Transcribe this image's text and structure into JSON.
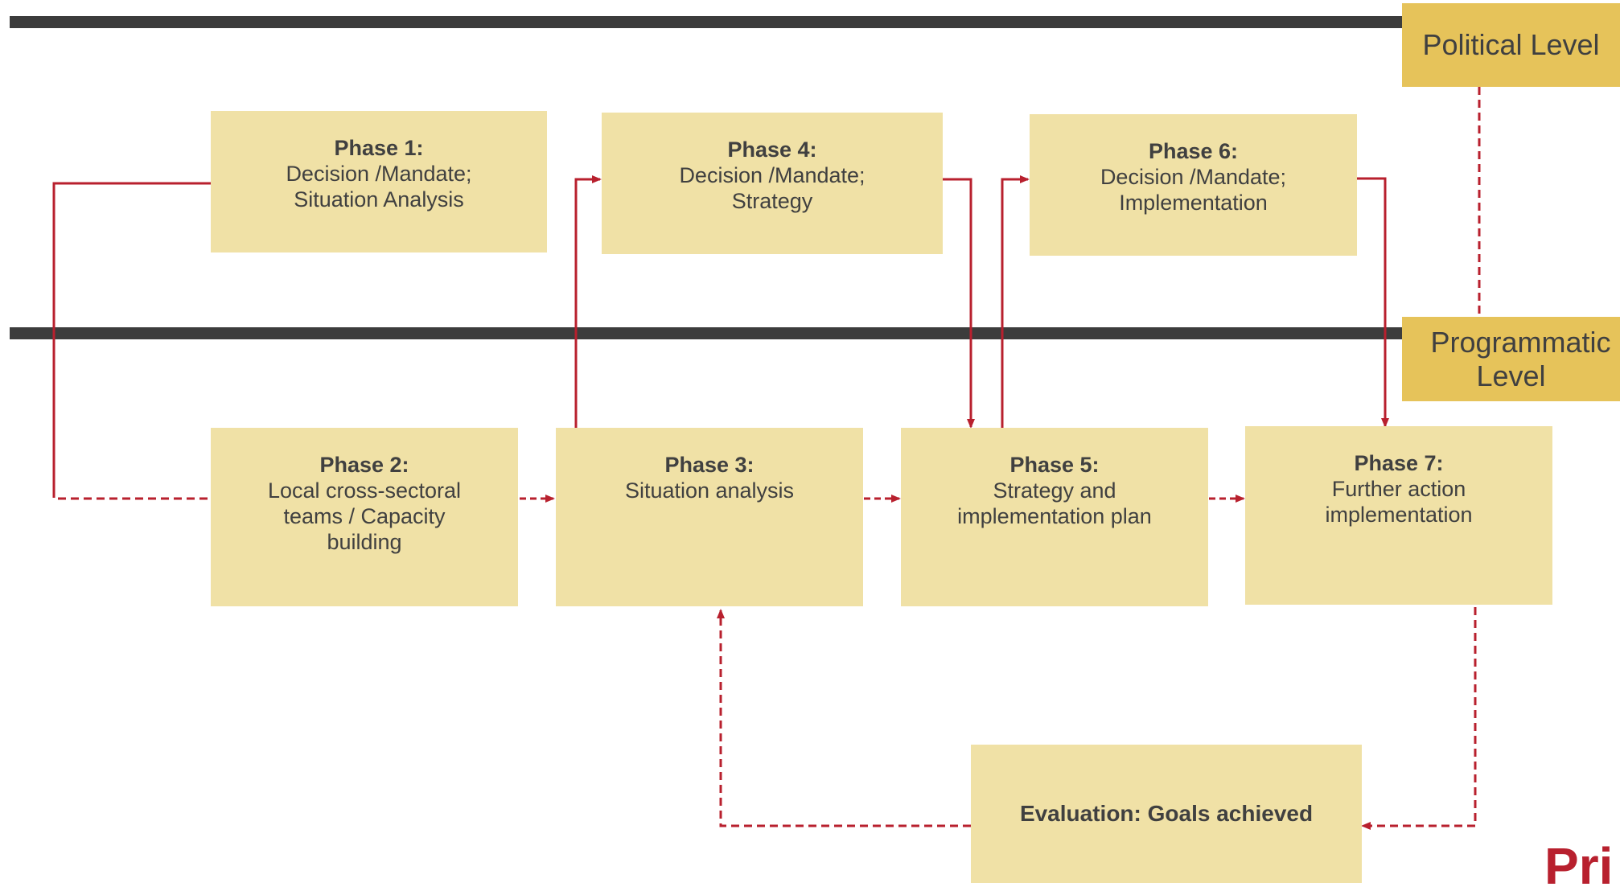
{
  "levels": {
    "political": "Political Level",
    "programmatic": "Programmatic Level"
  },
  "phases": {
    "p1": {
      "title": "Phase 1:",
      "body": "Decision /Mandate;\nSituation Analysis"
    },
    "p2": {
      "title": "Phase 2:",
      "body": "Local cross-sectoral\nteams /  Capacity\nbuilding"
    },
    "p3": {
      "title": "Phase 3:",
      "body": "Situation analysis"
    },
    "p4": {
      "title": "Phase 4:",
      "body": "Decision /Mandate;\nStrategy"
    },
    "p5": {
      "title": "Phase 5:",
      "body": "Strategy and\nimplementation plan"
    },
    "p6": {
      "title": "Phase 6:",
      "body": "Decision /Mandate;\nImplementation"
    },
    "p7": {
      "title": "Phase 7:",
      "body": "Further action\nimplementation"
    }
  },
  "evaluation": "Evaluation: Goals achieved",
  "logo_text": "Pri",
  "colors": {
    "box": "#f0e1a6",
    "level_label": "#e6c35a",
    "connector": "#b8202e",
    "bar": "#3c3c3c"
  }
}
